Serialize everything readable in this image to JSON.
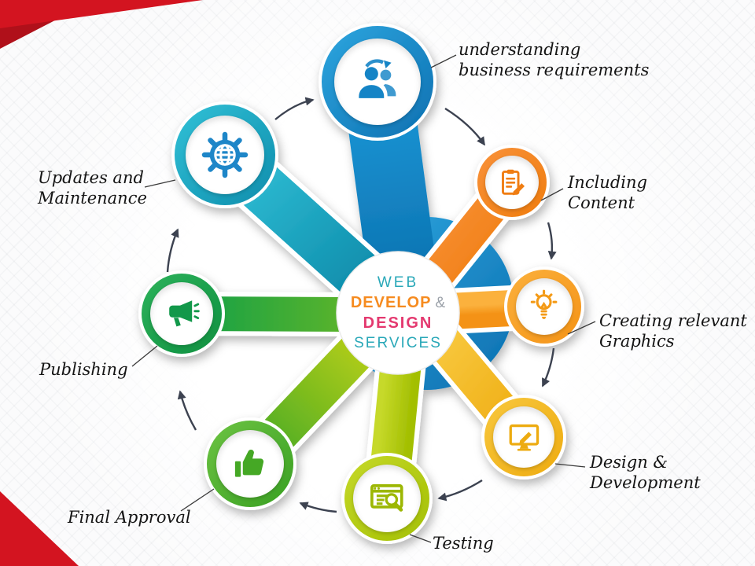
{
  "center": {
    "web": "WEB",
    "develop": "DEVELOP",
    "amp": "&",
    "design": "DESIGN",
    "services": "SERVICES"
  },
  "nodes": [
    {
      "id": "understanding-business-requirements",
      "icon": "users-icon",
      "color": "#1486c8",
      "label_lines": [
        "understanding",
        "business requirements"
      ]
    },
    {
      "id": "including-content",
      "icon": "clipboard-pencil-icon",
      "color": "#f58220",
      "label_lines": [
        "Including",
        "Content"
      ]
    },
    {
      "id": "creating-relevant-graphics",
      "icon": "lightbulb-icon",
      "color": "#f89c1c",
      "label_lines": [
        "Creating relevant",
        "Graphics"
      ]
    },
    {
      "id": "design-and-development",
      "icon": "monitor-pencil-icon",
      "color": "#f0b018",
      "label_lines": [
        "Design &",
        "Development"
      ]
    },
    {
      "id": "testing",
      "icon": "browser-magnifier-icon",
      "color": "#aec40a",
      "label_lines": [
        "Testing"
      ]
    },
    {
      "id": "final-approval",
      "icon": "thumbs-up-icon",
      "color": "#4cae2b",
      "label_lines": [
        "Final Approval"
      ]
    },
    {
      "id": "publishing",
      "icon": "megaphone-icon",
      "color": "#14a04b",
      "label_lines": [
        "Publishing"
      ]
    },
    {
      "id": "updates-and-maintenance",
      "icon": "gear-globe-icon",
      "color": "#17a3c0",
      "label_lines": [
        "Updates and",
        "Maintenance"
      ]
    }
  ],
  "accent_colors": {
    "corner_red": "#d31420",
    "arrow": "#3c4250",
    "center_web_teal": "#29a8b8",
    "center_develop_orange": "#f68b1f",
    "center_design_pink": "#e4396f"
  }
}
